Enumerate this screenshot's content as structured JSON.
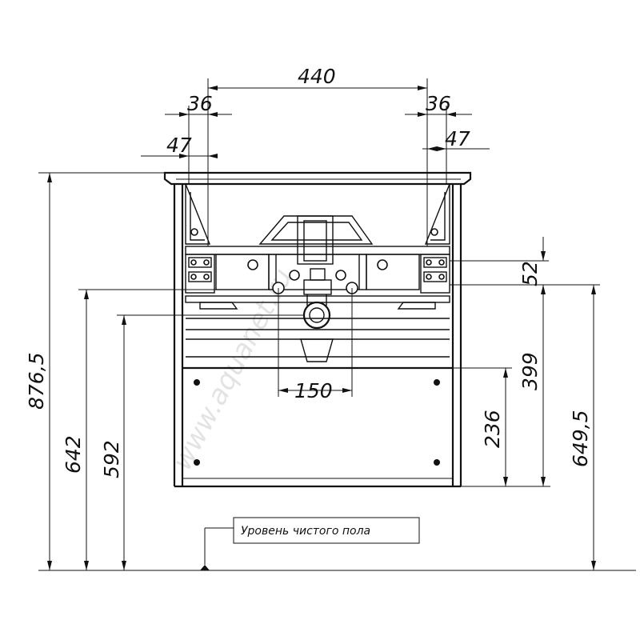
{
  "dimensions": {
    "top_width": "440",
    "left_offset_top": "36",
    "right_offset_top": "36",
    "left_offset_lower": "47",
    "right_offset_lower": "47",
    "total_height": "876,5",
    "height_left_1": "642",
    "height_left_2": "592",
    "rail_gap": "52",
    "drain_spacing": "150",
    "drawer_height": "236",
    "upper_height": "399",
    "right_height": "649,5"
  },
  "floor_label": "Уровень чистого пола",
  "watermark": "www.aquanet.ru"
}
